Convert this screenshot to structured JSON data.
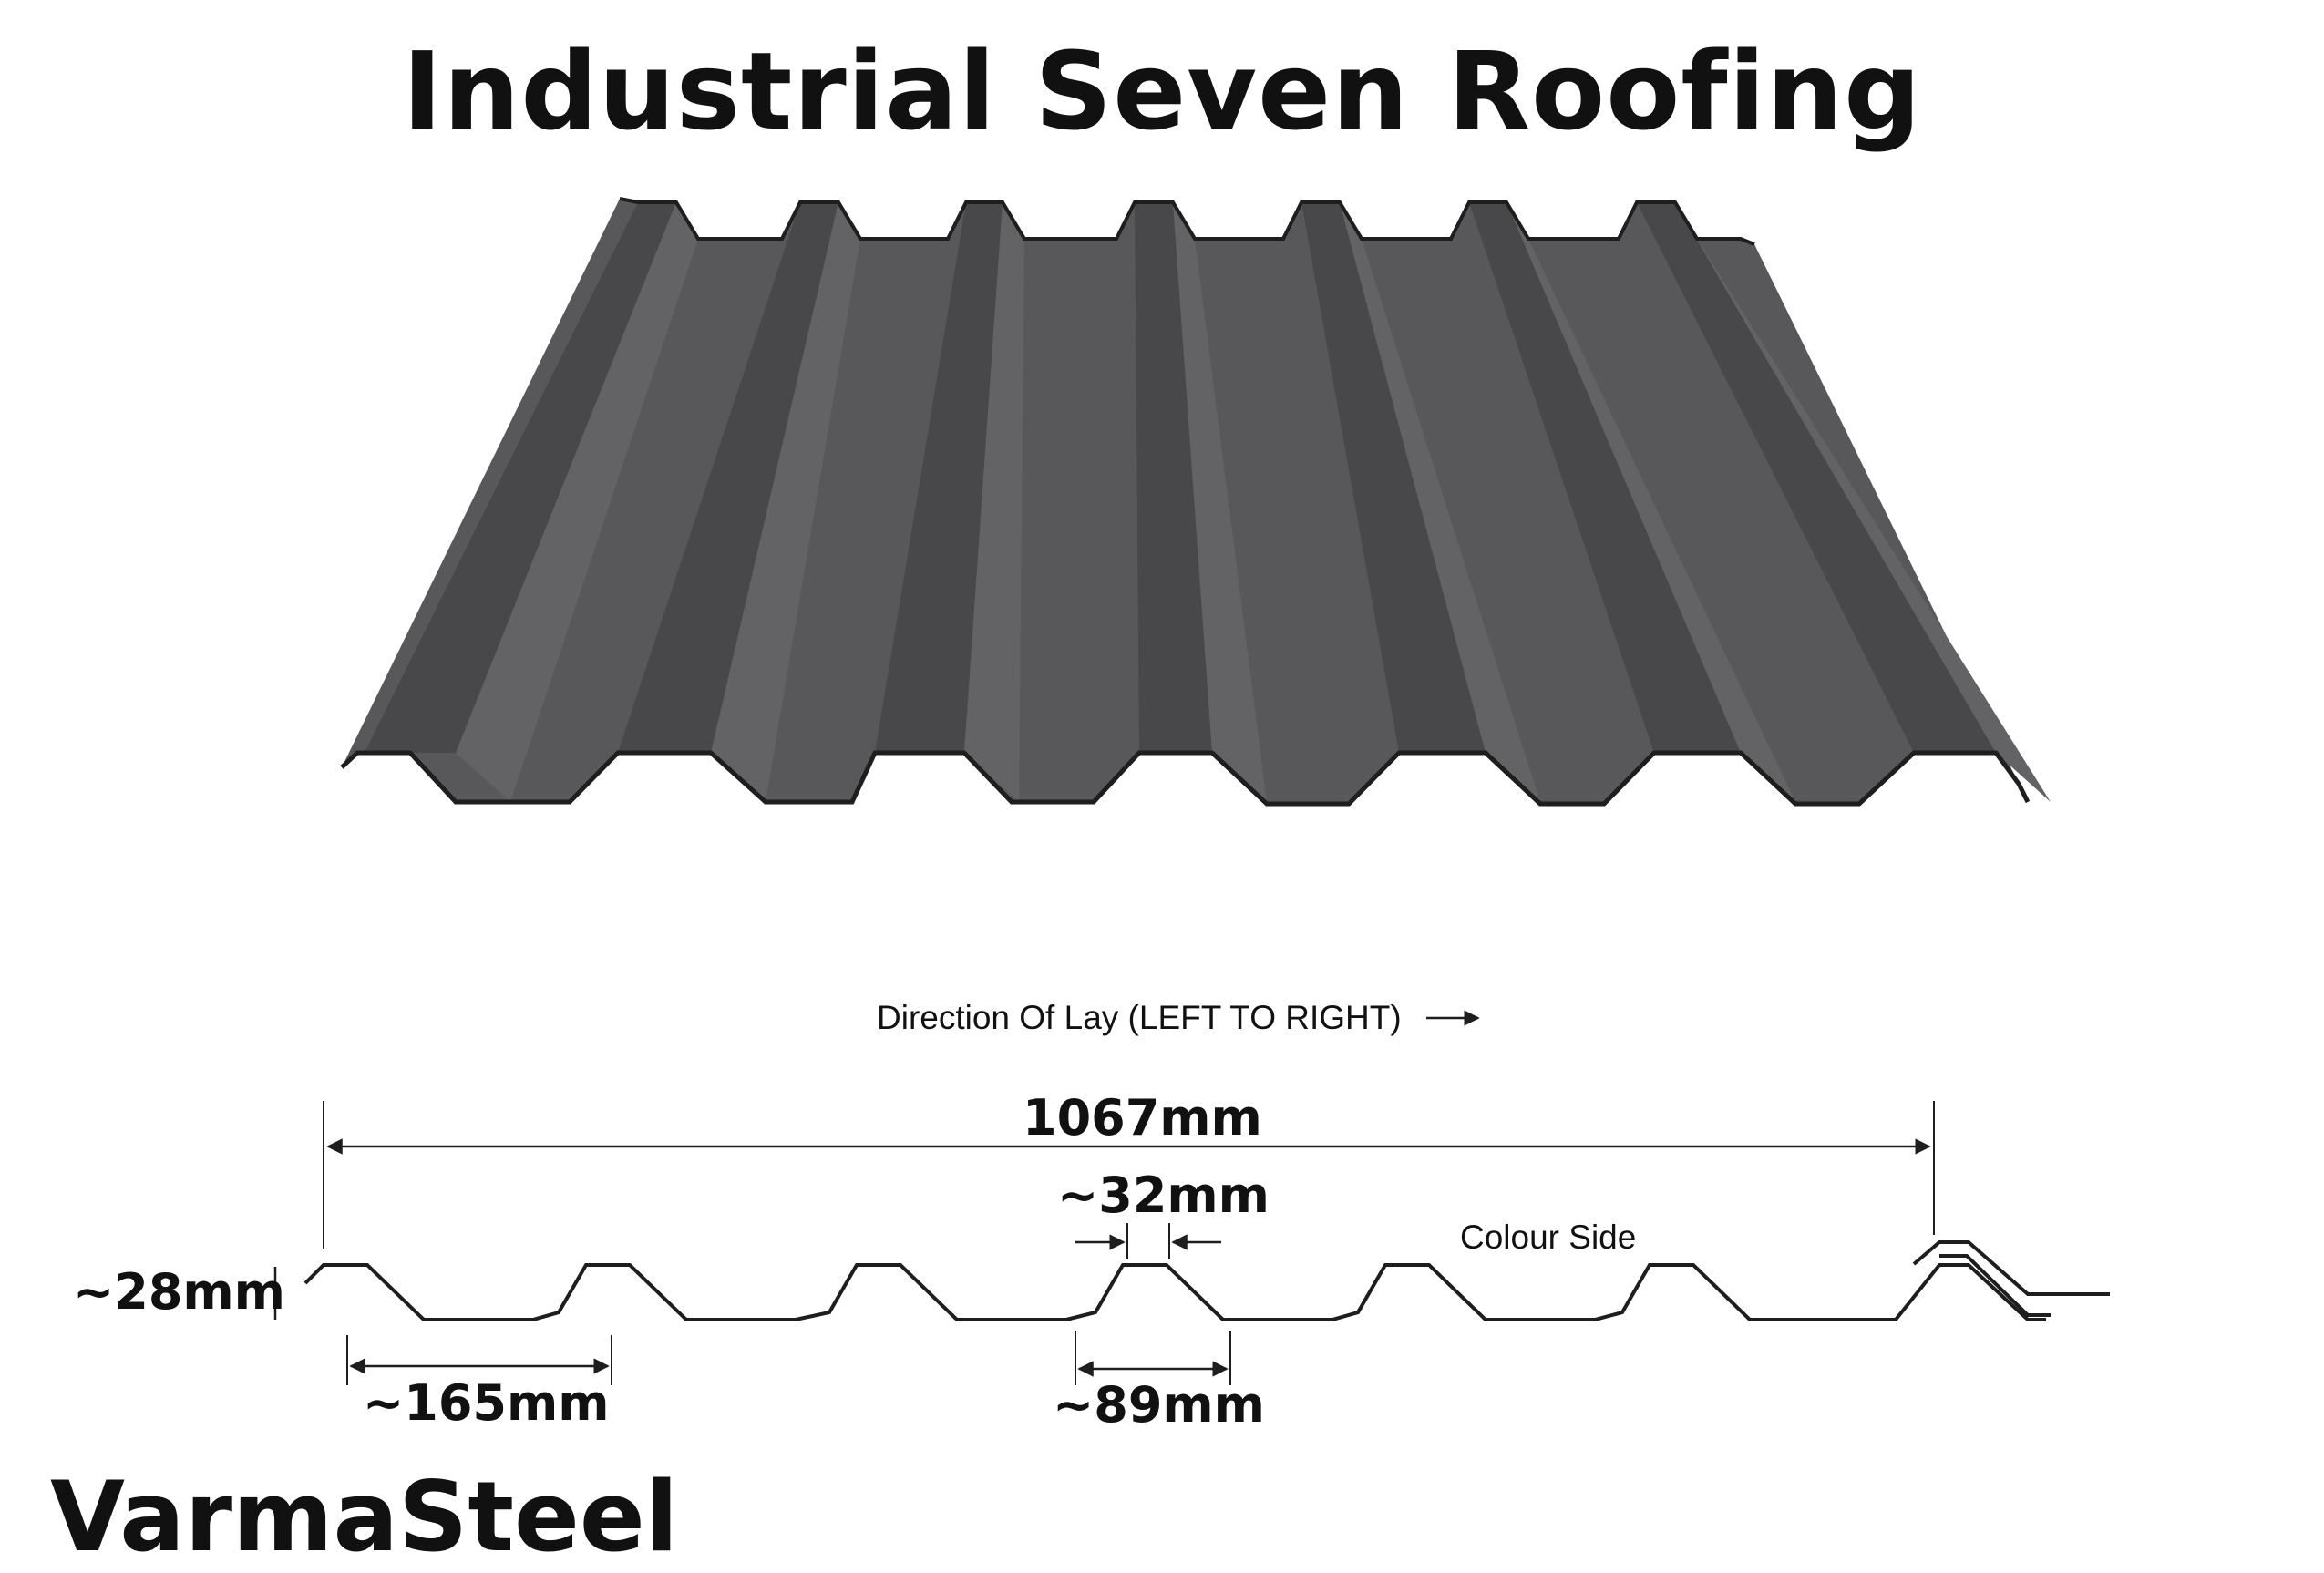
{
  "title": "Industrial Seven Roofing",
  "brand": "VarmaSteel",
  "colors": {
    "sheet": "#58585a",
    "rib": "#48484a",
    "rib_light": "#636365",
    "outline": "#1e1e1e",
    "text": "#111111"
  },
  "profile": {
    "direction_label": "Direction Of Lay (LEFT TO RIGHT)",
    "direction_arrow_icon": "right-arrow-icon",
    "colour_side_label": "Colour Side",
    "dimensions": {
      "cover_width": "1067mm",
      "rib_top": "~32mm",
      "height": "~28mm",
      "pitch": "~165mm",
      "pan": "~89mm"
    }
  }
}
